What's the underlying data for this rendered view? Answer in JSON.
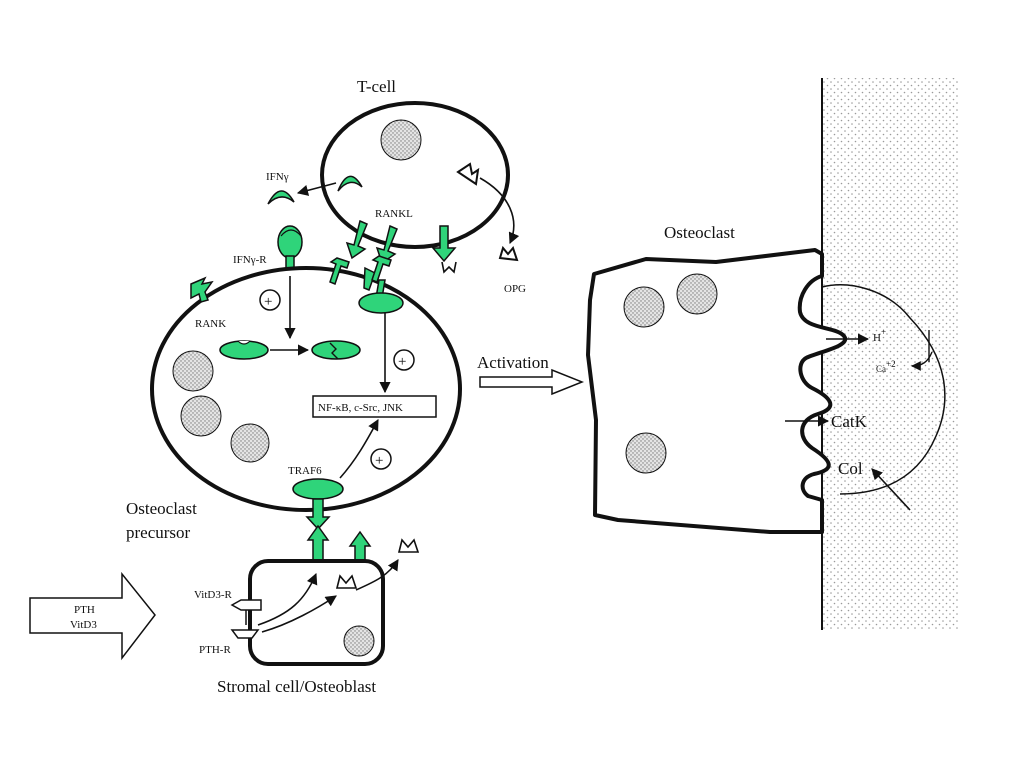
{
  "diagram": {
    "labels": {
      "t_cell": "T-cell",
      "ifn_gamma": "IFNγ",
      "rankl": "RANKL",
      "ifn_gamma_r": "IFNγ-R",
      "opg": "OPG",
      "rank": "RANK",
      "nfkb": "NF-κB,  c-Src, JNK",
      "traf6": "TRAF6",
      "osteoclast_precursor_line1": "Osteoclast",
      "osteoclast_precursor_line2": "precursor",
      "pth": "PTH",
      "vitd3": "VitD3",
      "vitd3_r": "VitD3-R",
      "pth_r": "PTH-R",
      "stromal_cell": "Stromal cell/Osteoblast",
      "activation": "Activation",
      "osteoclast": "Osteoclast",
      "h_plus": "H",
      "h_plus_sup": "+",
      "ca": "Ca",
      "ca_sup": "+2",
      "catk": "CatK",
      "col": "Col"
    },
    "signs": {
      "plus": "+",
      "minus": "-"
    },
    "colors": {
      "receptor_green": "#2fd47a",
      "nucleus_fill": "#e6e6e6",
      "outline": "#111111",
      "bone_dots": "#9a9a9a"
    }
  }
}
